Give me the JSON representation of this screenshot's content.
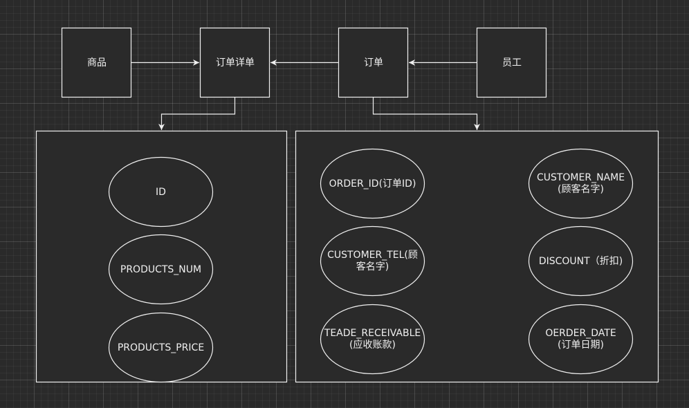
{
  "entities": {
    "goods": "商品",
    "order_detail": "订单详单",
    "order": "订单",
    "employee": "员工"
  },
  "order_detail_attributes": {
    "id": "ID",
    "products_num": "PRODUCTS_NUM",
    "products_price": "PRODUCTS_PRICE"
  },
  "order_attributes": {
    "order_id": "ORDER_ID(订单ID)",
    "customer_name": "CUSTOMER_NAME\n(顾客名字)",
    "customer_tel": "CUSTOMER_TEL(顾\n客名字)",
    "discount": "DISCOUNT（折扣)",
    "receivable": "TEADE_RECEIVABLE\n(应收账款)",
    "order_date": "OERDER_DATE\n(订单日期)"
  }
}
